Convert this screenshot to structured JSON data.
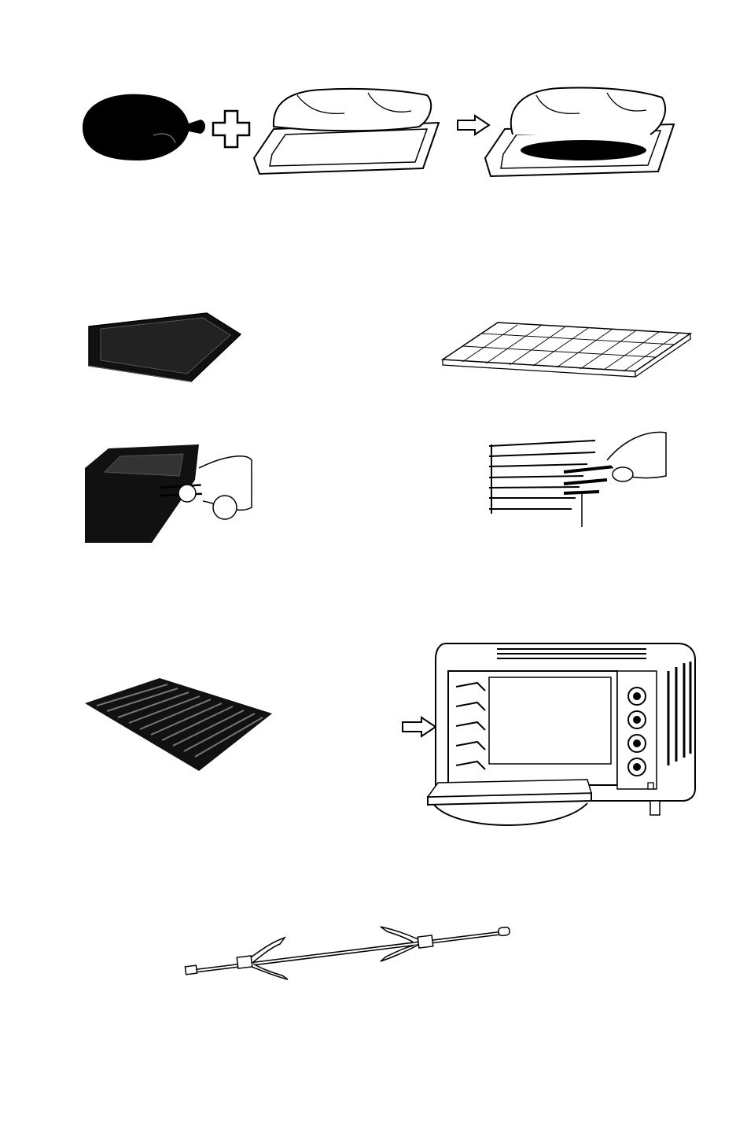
{
  "page": {
    "background": "#ffffff",
    "ink": "#000000"
  },
  "illustrations": [
    {
      "id": "chicken",
      "icon": "roast-chicken-icon"
    },
    {
      "id": "plus",
      "icon": "plus-icon"
    },
    {
      "id": "foil-tray",
      "icon": "tray-with-foil-icon"
    },
    {
      "id": "arrow-1",
      "icon": "right-arrow-icon"
    },
    {
      "id": "wrapped-tray",
      "icon": "chicken-wrapped-in-foil-on-tray-icon"
    },
    {
      "id": "baking-tray",
      "icon": "baking-tray-icon"
    },
    {
      "id": "wire-rack",
      "icon": "wire-rack-icon"
    },
    {
      "id": "tray-handle",
      "icon": "tray-with-handle-icon"
    },
    {
      "id": "rack-handle",
      "icon": "rack-with-handle-icon"
    },
    {
      "id": "grill-pan",
      "icon": "grill-pan-icon"
    },
    {
      "id": "arrow-2",
      "icon": "right-arrow-icon"
    },
    {
      "id": "oven",
      "icon": "toaster-oven-icon"
    },
    {
      "id": "rotisserie",
      "icon": "rotisserie-spit-icon"
    }
  ]
}
